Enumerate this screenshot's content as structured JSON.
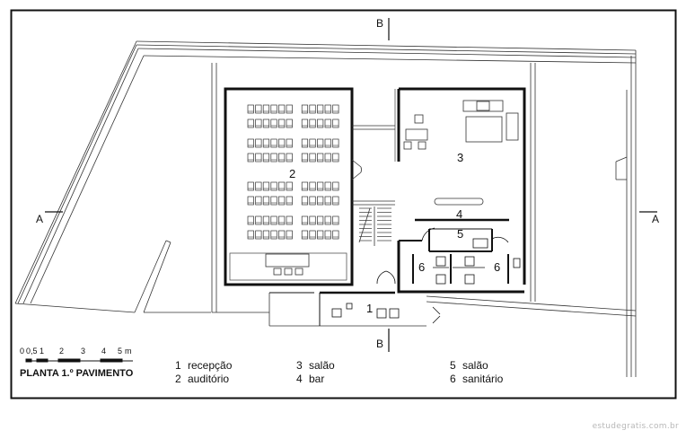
{
  "title": "PLANTA 1.º PAVIMENTO",
  "scale": {
    "ticks": [
      "0",
      "0,5",
      "1",
      "2",
      "3",
      "4",
      "5"
    ],
    "unit": "m"
  },
  "section_marks": {
    "a": "A",
    "b": "B"
  },
  "room_labels": {
    "r1": "1",
    "r2": "2",
    "r3": "3",
    "r4": "4",
    "r5": "5",
    "r6a": "6",
    "r6b": "6"
  },
  "legend": [
    {
      "num": "1",
      "text": "recepção"
    },
    {
      "num": "2",
      "text": "auditório"
    },
    {
      "num": "3",
      "text": "salão"
    },
    {
      "num": "4",
      "text": "bar"
    },
    {
      "num": "5",
      "text": "salão"
    },
    {
      "num": "6",
      "text": "sanitário"
    }
  ],
  "watermark": "estudegratis.com.br"
}
